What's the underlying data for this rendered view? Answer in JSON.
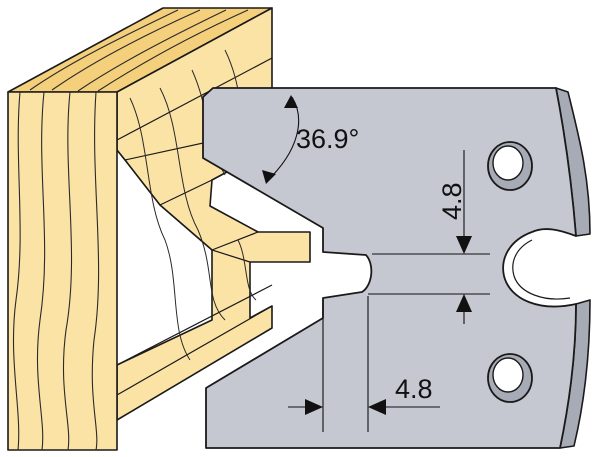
{
  "colors": {
    "wood_fill": "#fbe3a6",
    "wood_shade": "#f4cf7c",
    "grain": "#2a2a2a",
    "blade_fill": "#c5c8d1",
    "blade_side": "#a7abb6",
    "outline": "#1a1a1a",
    "dim_line": "#111111"
  },
  "dimensions": {
    "angle": "36.9°",
    "vertical": "4.8",
    "horizontal": "4.8"
  }
}
